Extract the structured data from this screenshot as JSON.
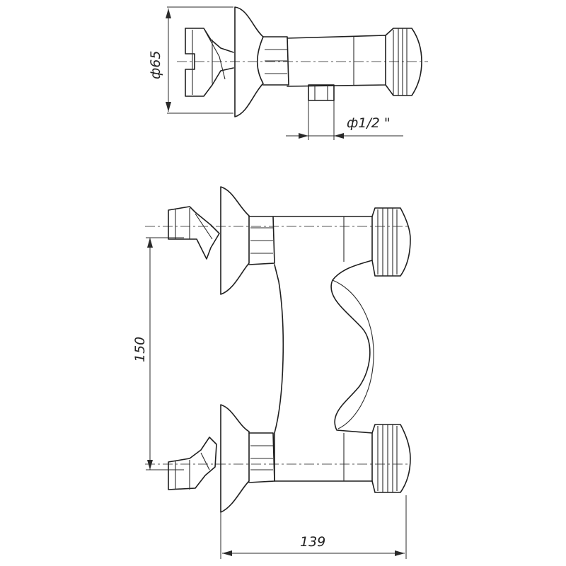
{
  "drawing": {
    "dimensions": {
      "flange_diameter": "ф65",
      "outlet_thread": "ф1/2 \"",
      "center_distance": "150",
      "overall_depth": "139"
    }
  }
}
